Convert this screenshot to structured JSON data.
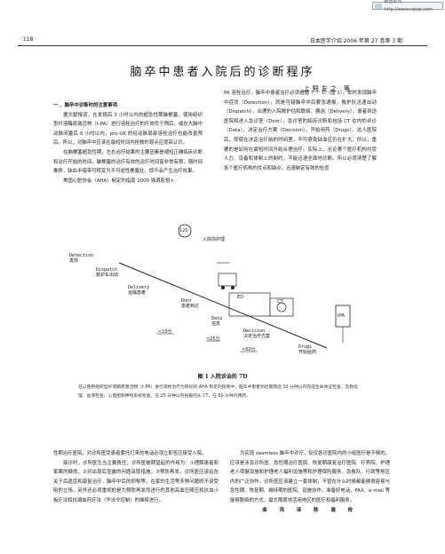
{
  "watermark": {
    "text": "维普资讯 http://www.cqvip.com"
  },
  "header": {
    "page_number": "· 118 ·",
    "journal": "日本医学介绍 2006 年第 27 卷第 3 期"
  },
  "article": {
    "title": "脑卒中患者入院后的诊断程序",
    "author": "上野友之  等"
  },
  "column1": [
    {
      "type": "section",
      "text": "一 、脑卒中诊断时的注意事项"
    },
    {
      "type": "para",
      "text": "据文献报道，在发病后 3 小时以内的超急性期脑梗塞，使用组织型纤溶酶原激活物（t-PA）进行溶栓治疗的疗效优于预后，或在大脑中动脉闭塞后 6 小时以内，pro-UK 的经动脉局部溶栓治疗也能改善预后。所以，对脑卒中应该在最短时间内抢救的观点应提高认识。"
    },
    {
      "type": "para",
      "text": "在脑梗塞超急性期，左右治疗结果的主要因素是缩短正确临床诊断和治疗开始的时间。脑梗塞的治疗有效的治疗时间窗非常有限，随时间推移，缺血半暗带可转变为不可逆性梗塞灶，即不会产生治疗效果。"
    },
    {
      "type": "para",
      "text": "美国心脏协会（AHA）制定的指南 2000 强调若想 t-"
    }
  ],
  "column2": [
    {
      "type": "cont",
      "text": "PA 溶栓治疗，脑卒中患者治疗必须遵循 7 个 D（图 1）。即时发现脑卒中症状（Detection），就是可疑脑卒中后要急通报，救护队迅速出动（Dispatch），合理的入院救护估和联络、搬运（Delivery），患者到达医院和进入急诊室（Door），急诊室的临床诊断和包括 CT 在内的评价（Data），决定治疗方案（Decision），开始用药（Drugs）。这人医院后，即使在决定治疗前的时间里，不可避免缺血区仍在扩大，所以，重要的是如何在最短时间开始合理治疗。实际上，无论哪个医疗机构均受人力、设备和体制上的制约，不能迅速全面地诊断。所以必须清楚了解各个医疗机构的优点和缺点，迅速制定有效的检查"
    }
  ],
  "figure": {
    "labels": {
      "entry": "入院前护理",
      "detection": "Detection",
      "detection_cn": "发现",
      "dispatch": "Dispatch",
      "dispatch_cn": "救护车出动",
      "delivery": "Delivery",
      "delivery_cn": "运输患者",
      "door": "Door",
      "door_cn": "患者到达",
      "data": "Data",
      "data_cn": "信息",
      "decision": "Decision",
      "decision_cn": "决定治疗方案",
      "drugs": "Drugs",
      "drugs_cn": "开始给药",
      "clock": "120",
      "t10": "<10分",
      "t25": "<25分",
      "t60": "<60分",
      "ed": "ED",
      "ct": "CT",
      "tpa": "tPA"
    },
    "title": "图 1  入院诊治的 7D",
    "caption": "在以使用组织型纤溶酶原激活物（t-PA）进行溶栓治疗为目标的 AHA 制定的指南中，脑卒中患者到达医院后 10 分钟以内完成生命体征检查、急救处理、血液检查、心电图和神经系统检查，在 25 分钟以内拍摄完头 CT，在 60 分钟内用药。"
  },
  "column3": [
    {
      "type": "para",
      "text": "性期治疗医院，对诊所医受患者委托打来的电话必须立即答应接受入院。"
    },
    {
      "type": "para",
      "text": "接诊时，诊所医生当主要责任；诊所医被期望起的作用为：①理解患者和家属的疑虑；②对出现后显露的问题采取措施；③预防再发。诊所医应该站在关于后遗症和康复治疗、脑卒中后的抑郁等，在家的生活等多种问题的不该受阻的立场，另外还必须重视的是为预防再发而进行的其他高血压降压和抗血小板疗法和抗凝血药疗法（华法令控制）的继续进行。"
    }
  ],
  "column4": [
    {
      "type": "para",
      "text": "为实现 seamless 脑卒中诊疗，仅仅各诊医院内的小组医疗是不够的，应该是涉及诊所医、急性期治疗医院、恢复期康复治疗医院、疗养院、护理老人保健设施和护理老人福利设施等和护理保险服务、急救队、行政等地区内的广泛协作。诊所医应该建立一套体制，不管在什么时候都能够很容易与急性期、恢复期、维持期的医院、设施协作，准备好电话、FAX、e-mail 等能够联络的方式，最大限度地活用地区的医疗和福利服务。"
    },
    {
      "type": "sign",
      "text": "曲  鸿  译  陈  谯  校"
    }
  ]
}
